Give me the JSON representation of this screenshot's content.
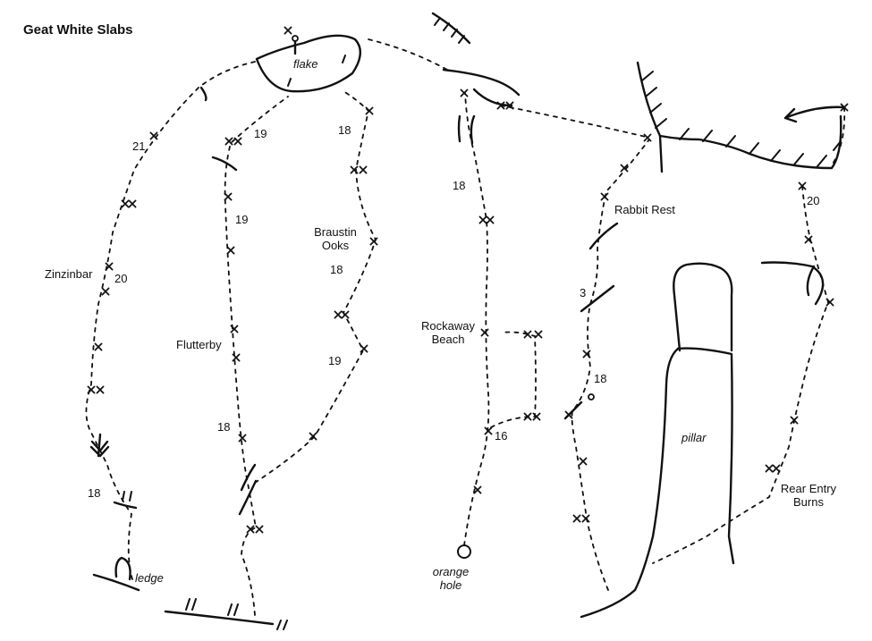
{
  "title": "Geat White Slabs",
  "features": {
    "flake": "flake",
    "ledge": "ledge",
    "pillar": "pillar",
    "orange_hole": "orange hole",
    "rabbit_rest": "Rabbit Rest"
  },
  "routes": {
    "zinzinbar": {
      "name": "Zinzinbar",
      "grades": [
        "21",
        "20",
        "18"
      ]
    },
    "flutterby": {
      "name": "Flutterby",
      "grades": [
        "19",
        "19",
        "18"
      ]
    },
    "braustin_ooks": {
      "name": "Braustin Ooks",
      "grades": [
        "18",
        "18",
        "19"
      ]
    },
    "rockaway_beach": {
      "name": "Rockaway Beach",
      "grades": [
        "18",
        "16"
      ]
    },
    "rabbit_line": {
      "grades": [
        "3",
        "18"
      ]
    },
    "rear_entry_burns": {
      "name": "Rear Entry Burns",
      "grades": [
        "20"
      ]
    }
  }
}
